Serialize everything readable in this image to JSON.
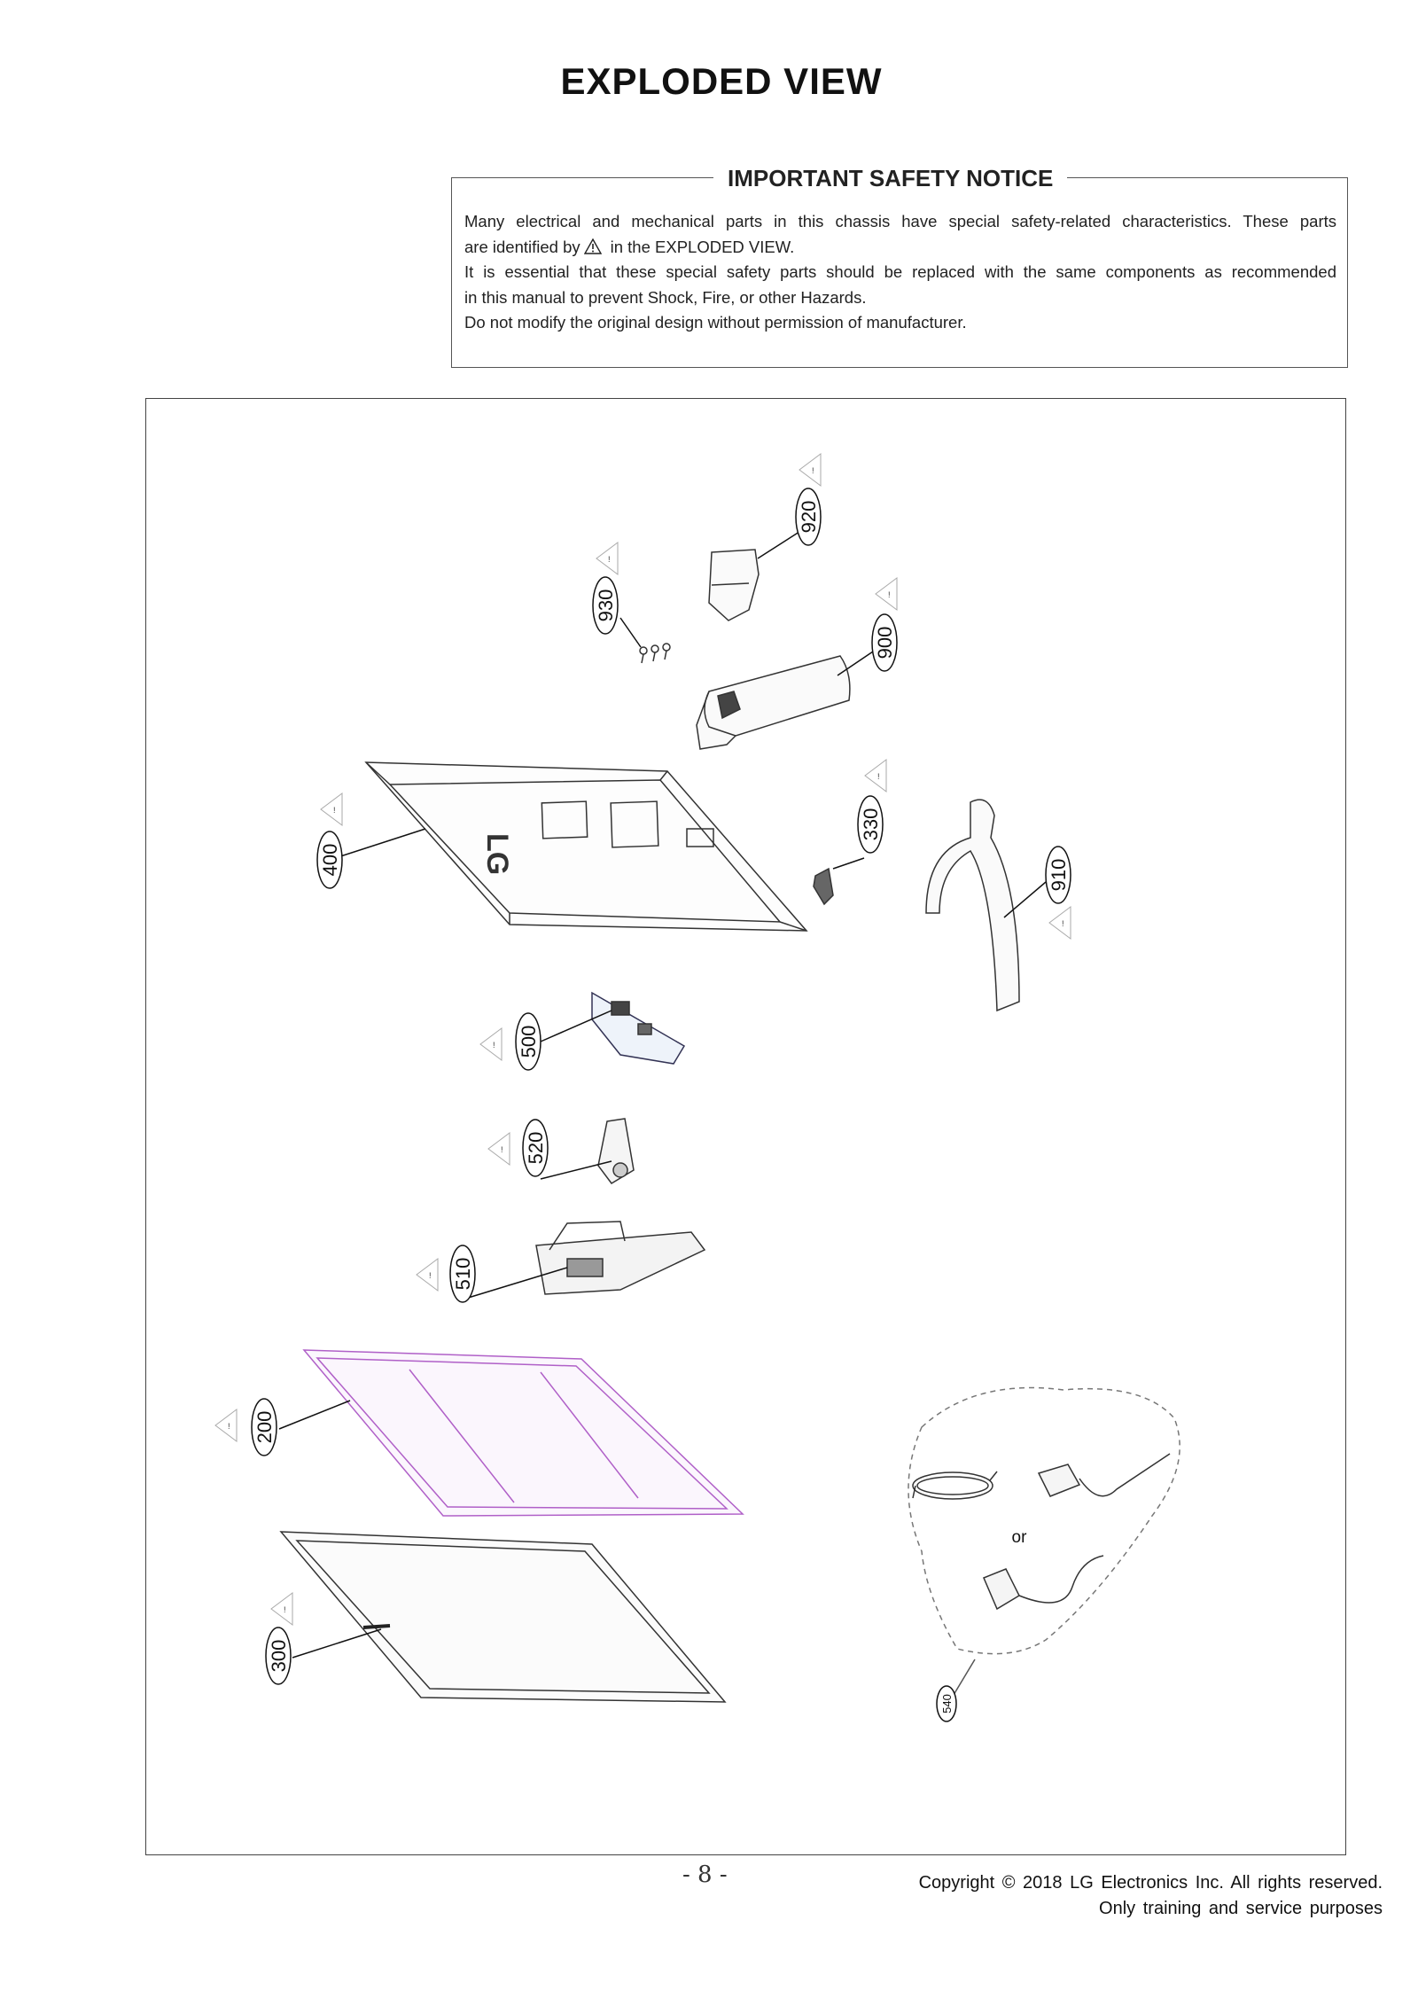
{
  "page": {
    "title": "EXPLODED  VIEW",
    "page_number": "- 8 -"
  },
  "notice": {
    "heading": "IMPORTANT SAFETY NOTICE",
    "line1": "Many electrical and mechanical parts in this chassis have special safety-related characteristics. These parts",
    "line2a": "are identified by",
    "line2b": "in the  EXPLODED VIEW.",
    "line3": "It is essential that these special safety parts should be replaced with the same components as recommended",
    "line4": "in this manual to prevent Shock, Fire, or other Hazards.",
    "line5": "Do not modify the original design without permission of manufacturer."
  },
  "diagram": {
    "callouts": [
      "920",
      "930",
      "900",
      "400",
      "330",
      "910",
      "500",
      "520",
      "510",
      "200",
      "300",
      "540"
    ],
    "or_label": "or",
    "logo_text": "LG"
  },
  "footer": {
    "copyright_line1": "Copyright  ©  2018  LG  Electronics  Inc.  All  rights  reserved.",
    "copyright_line2": "Only  training  and  service  purposes"
  }
}
